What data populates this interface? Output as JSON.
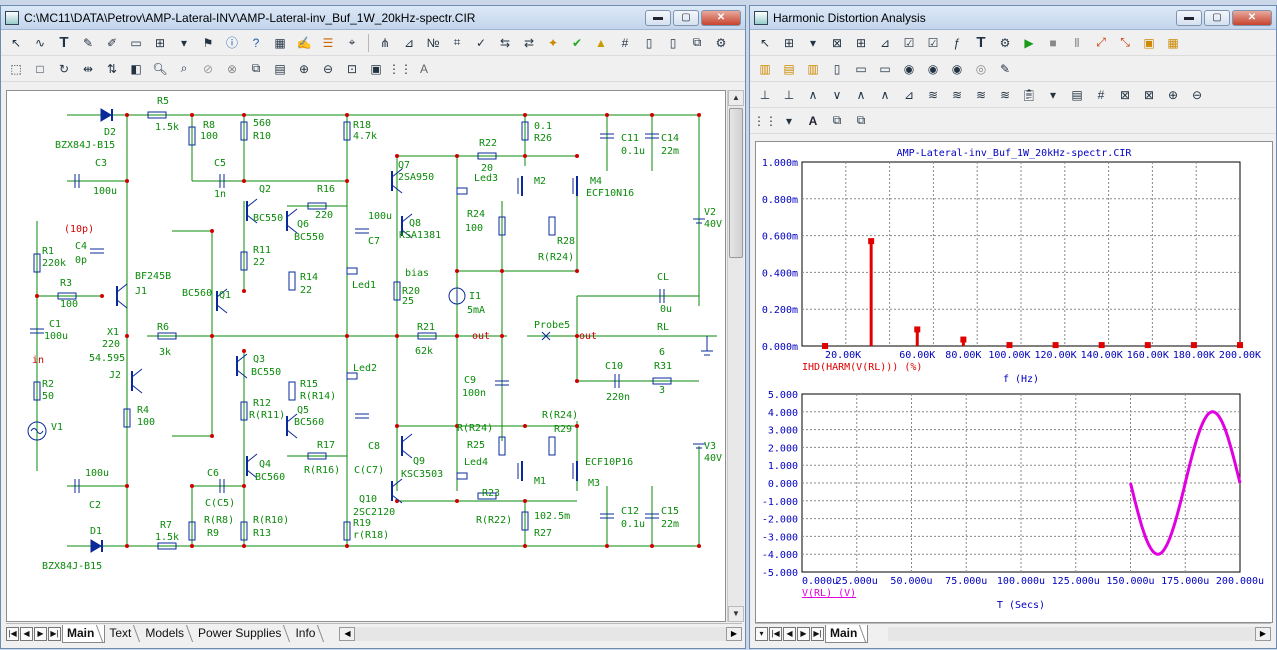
{
  "left_window": {
    "title": "C:\\MC11\\DATA\\Petrov\\AMP-Lateral-INV\\AMP-Lateral-inv_Buf_1W_20kHz-spectr.CIR",
    "controls": {
      "minimize": "▬",
      "maximize": "▢",
      "close": "✕"
    },
    "tabs": [
      "Main",
      "Text",
      "Models",
      "Power Supplies",
      "Info"
    ],
    "active_tab": "Main",
    "toolbar1": [
      "select-arrow",
      "wire",
      "text",
      "pen",
      "pencil",
      "brush",
      "component",
      "dropdown",
      "flag",
      "info",
      "help",
      "grid-copy",
      "edit",
      "list",
      "cursor",
      "node-select",
      "node-label",
      "node-number",
      "node-ref",
      "node-voltage",
      "bus",
      "bus-arrow",
      "sparkle",
      "check",
      "triangle",
      "grid",
      "page",
      "page2",
      "duplicate",
      "settings"
    ],
    "toolbar2": [
      "frame",
      "square",
      "rotate",
      "flip",
      "flip-v",
      "mirror",
      "find",
      "find-next",
      "stop",
      "cancel",
      "copy",
      "paste",
      "zoom-in",
      "zoom-out",
      "zoom-fit",
      "camera",
      "grid-toggle",
      "font"
    ]
  },
  "right_window": {
    "title": "Harmonic Distortion Analysis",
    "controls": {
      "minimize": "▬",
      "maximize": "▢",
      "close": "✕"
    },
    "tabs": [
      "Main"
    ],
    "active_tab": "Main"
  },
  "schematic": {
    "labels": [
      {
        "id": "D2",
        "t": "D2"
      },
      {
        "id": "BZX84J-B15-top",
        "t": "BZX84J-B15"
      },
      {
        "id": "R5",
        "t": "R5"
      },
      {
        "id": "R5v",
        "t": "1.5k"
      },
      {
        "id": "R8",
        "t": "R8"
      },
      {
        "id": "R8v",
        "t": "100"
      },
      {
        "id": "R10v",
        "t": "560"
      },
      {
        "id": "R10",
        "t": "R10"
      },
      {
        "id": "R18",
        "t": "R18"
      },
      {
        "id": "R18v",
        "t": "4.7k"
      },
      {
        "id": "R26v",
        "t": "0.1"
      },
      {
        "id": "R26",
        "t": "R26"
      },
      {
        "id": "C11",
        "t": "C11"
      },
      {
        "id": "C11v",
        "t": "0.1u"
      },
      {
        "id": "C14",
        "t": "C14"
      },
      {
        "id": "C14v",
        "t": "22m"
      },
      {
        "id": "C3",
        "t": "C3"
      },
      {
        "id": "C3v",
        "t": "100u"
      },
      {
        "id": "C5",
        "t": "C5"
      },
      {
        "id": "C5v",
        "t": "1n"
      },
      {
        "id": "Q2",
        "t": "Q2"
      },
      {
        "id": "Q2m",
        "t": "BC550"
      },
      {
        "id": "R16",
        "t": "R16"
      },
      {
        "id": "R16v",
        "t": "220"
      },
      {
        "id": "Q6",
        "t": "Q6"
      },
      {
        "id": "Q6m",
        "t": "BC550"
      },
      {
        "id": "Q7",
        "t": "Q7"
      },
      {
        "id": "Q7m",
        "t": "2SA950"
      },
      {
        "id": "R22",
        "t": "R22"
      },
      {
        "id": "R22v",
        "t": "20"
      },
      {
        "id": "Led3",
        "t": "Led3"
      },
      {
        "id": "M2",
        "t": "M2"
      },
      {
        "id": "M4",
        "t": "M4"
      },
      {
        "id": "M4m",
        "t": "ECF10N16"
      },
      {
        "id": "C7v",
        "t": "100u"
      },
      {
        "id": "C7",
        "t": "C7"
      },
      {
        "id": "Q8",
        "t": "Q8"
      },
      {
        "id": "Q8m",
        "t": "KSA1381"
      },
      {
        "id": "R24",
        "t": "R24"
      },
      {
        "id": "R24v",
        "t": "100"
      },
      {
        "id": "R28",
        "t": "R28"
      },
      {
        "id": "R28v",
        "t": "R(R24)"
      },
      {
        "id": "V2",
        "t": "V2"
      },
      {
        "id": "V2v",
        "t": "40V"
      },
      {
        "id": "C10p",
        "t": "(10p)"
      },
      {
        "id": "C4",
        "t": "C4"
      },
      {
        "id": "C4v",
        "t": "0p"
      },
      {
        "id": "R1",
        "t": "R1"
      },
      {
        "id": "R1v",
        "t": "220k"
      },
      {
        "id": "R11",
        "t": "R11"
      },
      {
        "id": "R11v",
        "t": "22"
      },
      {
        "id": "J1m",
        "t": "BF245B"
      },
      {
        "id": "J1",
        "t": "J1"
      },
      {
        "id": "R3",
        "t": "R3"
      },
      {
        "id": "R3v",
        "t": "100"
      },
      {
        "id": "BC560",
        "t": "BC560"
      },
      {
        "id": "Q1",
        "t": "Q1"
      },
      {
        "id": "R14",
        "t": "R14"
      },
      {
        "id": "R14v",
        "t": "22"
      },
      {
        "id": "Led1",
        "t": "Led1"
      },
      {
        "id": "bias",
        "t": "bias"
      },
      {
        "id": "R20",
        "t": "R20"
      },
      {
        "id": "R20v",
        "t": "25"
      },
      {
        "id": "I1",
        "t": "I1"
      },
      {
        "id": "I1v",
        "t": "5mA"
      },
      {
        "id": "CL",
        "t": "CL"
      },
      {
        "id": "CLv",
        "t": "0u"
      },
      {
        "id": "C1",
        "t": "C1"
      },
      {
        "id": "C1v",
        "t": "100u"
      },
      {
        "id": "X1",
        "t": "X1"
      },
      {
        "id": "X1v",
        "t": "220"
      },
      {
        "id": "X1p",
        "t": "54.595"
      },
      {
        "id": "R6",
        "t": "R6"
      },
      {
        "id": "R6v",
        "t": "3k"
      },
      {
        "id": "R21",
        "t": "R21"
      },
      {
        "id": "R21v",
        "t": "62k"
      },
      {
        "id": "out1",
        "t": "out"
      },
      {
        "id": "Probe5",
        "t": "Probe5"
      },
      {
        "id": "out2",
        "t": "out"
      },
      {
        "id": "RL",
        "t": "RL"
      },
      {
        "id": "RLv",
        "t": "6"
      },
      {
        "id": "in",
        "t": "in"
      },
      {
        "id": "R2",
        "t": "R2"
      },
      {
        "id": "R2v",
        "t": "50"
      },
      {
        "id": "J2",
        "t": "J2"
      },
      {
        "id": "Q3",
        "t": "Q3"
      },
      {
        "id": "Q3m",
        "t": "BC550"
      },
      {
        "id": "Led2",
        "t": "Led2"
      },
      {
        "id": "C10",
        "t": "C10"
      },
      {
        "id": "C10v",
        "t": "220n"
      },
      {
        "id": "R31",
        "t": "R31"
      },
      {
        "id": "R31v",
        "t": "3"
      },
      {
        "id": "C9",
        "t": "C9"
      },
      {
        "id": "C9v",
        "t": "100n"
      },
      {
        "id": "R4",
        "t": "R4"
      },
      {
        "id": "R4v",
        "t": "100"
      },
      {
        "id": "R15",
        "t": "R15"
      },
      {
        "id": "R15v",
        "t": "R(R14)"
      },
      {
        "id": "Q5",
        "t": "Q5"
      },
      {
        "id": "Q5m",
        "t": "BC560"
      },
      {
        "id": "R29v",
        "t": "R(R24)"
      },
      {
        "id": "R29",
        "t": "R29"
      },
      {
        "id": "V1",
        "t": "V1"
      },
      {
        "id": "R12",
        "t": "R12"
      },
      {
        "id": "R12v",
        "t": "R(R11)"
      },
      {
        "id": "R25v",
        "t": "R(R24)"
      },
      {
        "id": "R25",
        "t": "R25"
      },
      {
        "id": "R17",
        "t": "R17"
      },
      {
        "id": "R17v",
        "t": "R(R16)"
      },
      {
        "id": "C8",
        "t": "C8"
      },
      {
        "id": "C8v",
        "t": "C(C7)"
      },
      {
        "id": "Q9",
        "t": "Q9"
      },
      {
        "id": "Q9m",
        "t": "KSC3503"
      },
      {
        "id": "Led4",
        "t": "Led4"
      },
      {
        "id": "M1",
        "t": "M1"
      },
      {
        "id": "M3m",
        "t": "ECF10P16"
      },
      {
        "id": "M3",
        "t": "M3"
      },
      {
        "id": "V3",
        "t": "V3"
      },
      {
        "id": "V3v",
        "t": "40V"
      },
      {
        "id": "C2v",
        "t": "100u"
      },
      {
        "id": "C2",
        "t": "C2"
      },
      {
        "id": "C6",
        "t": "C6"
      },
      {
        "id": "C6v",
        "t": "C(C5)"
      },
      {
        "id": "Q4",
        "t": "Q4"
      },
      {
        "id": "Q4m",
        "t": "BC560"
      },
      {
        "id": "Q10",
        "t": "Q10"
      },
      {
        "id": "Q10m",
        "t": "2SC2120"
      },
      {
        "id": "R23",
        "t": "R23"
      },
      {
        "id": "R23v",
        "t": "R(R22)"
      },
      {
        "id": "R27v",
        "t": "102.5m"
      },
      {
        "id": "R27",
        "t": "R27"
      },
      {
        "id": "C12",
        "t": "C12"
      },
      {
        "id": "C12v",
        "t": "0.1u"
      },
      {
        "id": "C15",
        "t": "C15"
      },
      {
        "id": "C15v",
        "t": "22m"
      },
      {
        "id": "R9v",
        "t": "R(R8)"
      },
      {
        "id": "R9",
        "t": "R9"
      },
      {
        "id": "R13v",
        "t": "R(R10)"
      },
      {
        "id": "R13",
        "t": "R13"
      },
      {
        "id": "R19",
        "t": "R19"
      },
      {
        "id": "R19v",
        "t": "r(R18)"
      },
      {
        "id": "D1",
        "t": "D1"
      },
      {
        "id": "R7",
        "t": "R7"
      },
      {
        "id": "R7v",
        "t": "1.5k"
      },
      {
        "id": "BZX84J-B15-bot",
        "t": "BZX84J-B15"
      }
    ]
  },
  "plot": {
    "title": "AMP-Lateral-inv_Buf_1W_20kHz-spectr.CIR",
    "top_chart": {
      "yticks": [
        "1.000m",
        "0.800m",
        "0.600m",
        "0.400m",
        "0.200m",
        "0.000m"
      ],
      "xticks": [
        "20.00K",
        "60.00K",
        "80.00K",
        "100.00K",
        "120.00K",
        "140.00K",
        "160.00K",
        "180.00K",
        "200.00K"
      ],
      "trace_label": "IHD(HARM(V(RL))) (%)",
      "xlabel": "f (Hz)"
    },
    "bottom_chart": {
      "yticks": [
        "5.000",
        "4.000",
        "3.000",
        "2.000",
        "1.000",
        "0.000",
        "-1.000",
        "-2.000",
        "-3.000",
        "-4.000",
        "-5.000"
      ],
      "xticks": [
        "0.000u",
        "25.000u",
        "50.000u",
        "75.000u",
        "100.000u",
        "125.000u",
        "150.000u",
        "175.000u",
        "200.000u"
      ],
      "trace_label": "V(RL) (V)",
      "xlabel": "T (Secs)"
    }
  },
  "chart_data": [
    {
      "type": "bar",
      "title": "AMP-Lateral-inv_Buf_1W_20kHz-spectr.CIR",
      "xlabel": "f (Hz)",
      "ylabel": "IHD(HARM(V(RL))) (%)",
      "x": [
        20000,
        40000,
        60000,
        80000,
        100000,
        120000,
        140000,
        160000,
        180000,
        200000
      ],
      "values": [
        0.0,
        0.57,
        0.09,
        0.035,
        0.005,
        0.005,
        0.005,
        0.005,
        0.005,
        0.005
      ],
      "ylim": [
        0,
        1.0
      ],
      "xlim": [
        10000,
        200000
      ],
      "color": "#e00000",
      "grid": true
    },
    {
      "type": "line",
      "title": "",
      "xlabel": "T (Secs)",
      "ylabel": "V(RL) (V)",
      "x": [
        0.00015,
        0.000155,
        0.00016,
        0.0001625,
        0.000165,
        0.00017,
        0.000175,
        0.00018,
        0.000185,
        0.0001875,
        0.00019,
        0.000195,
        0.0002
      ],
      "values": [
        0.0,
        -2.83,
        -4.0,
        -4.0,
        -3.46,
        -1.0,
        1.0,
        3.46,
        4.0,
        4.0,
        3.46,
        1.0,
        -0.1
      ],
      "ylim": [
        -5,
        5
      ],
      "xlim": [
        0,
        0.0002
      ],
      "color": "#e000e0",
      "grid": true
    }
  ]
}
